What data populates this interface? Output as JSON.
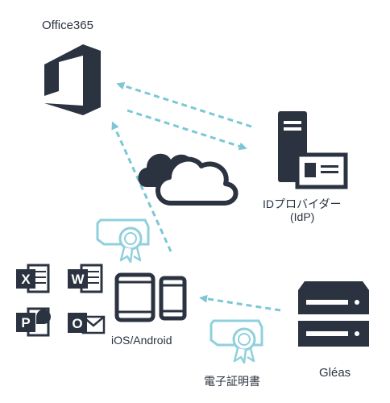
{
  "nodes": {
    "office365": {
      "label": "Office365"
    },
    "idp": {
      "label_line1": "IDプロバイダー",
      "label_line2": "(IdP)"
    },
    "devices": {
      "label": "iOS/Android"
    },
    "certificate": {
      "label": "電子証明書"
    },
    "gleas": {
      "label": "Gléas"
    }
  },
  "office_apps": [
    {
      "name": "Excel",
      "letter": "X"
    },
    {
      "name": "Word",
      "letter": "W"
    },
    {
      "name": "PowerPoint",
      "letter": "P"
    },
    {
      "name": "Outlook",
      "letter": "O"
    }
  ],
  "colors": {
    "icon": "#2b3341",
    "arrow": "#7cc7d6",
    "certificate": "#8fd0dc"
  },
  "icons": [
    "office365-logo-icon",
    "cloud-icon",
    "server-icon",
    "tablet-icon",
    "phone-icon",
    "certificate-icon",
    "rack-server-icon"
  ]
}
